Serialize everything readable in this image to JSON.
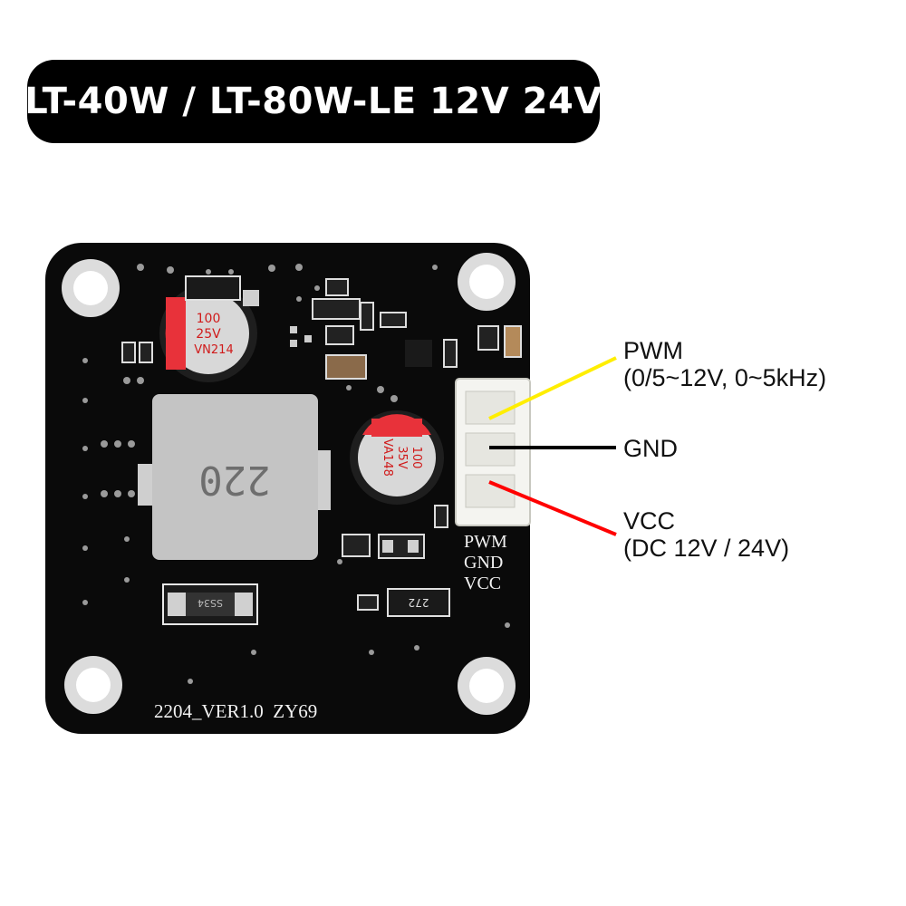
{
  "title": "LT-40W / LT-80W-LE 12V 24V",
  "pins": [
    {
      "name": "PWM",
      "detail": "(0/5~12V, 0~5kHz)",
      "wire_color": "#ffee00"
    },
    {
      "name": "GND",
      "detail": "",
      "wire_color": "#000000"
    },
    {
      "name": "VCC",
      "detail": "(DC 12V / 24V)",
      "wire_color": "#ff0000"
    }
  ],
  "board": {
    "version_label": "2204_VER1.0  ZY69",
    "connector_labels": [
      "PWM",
      "GND",
      "VCC"
    ],
    "inductor_marking": "220",
    "capacitor_1": [
      "100",
      "25V",
      "VN214"
    ],
    "capacitor_2": [
      "100",
      "35V",
      "VA148"
    ],
    "diode_marking": "SS34",
    "resistor_marking": "272",
    "board_color": "#0a0a0a"
  }
}
